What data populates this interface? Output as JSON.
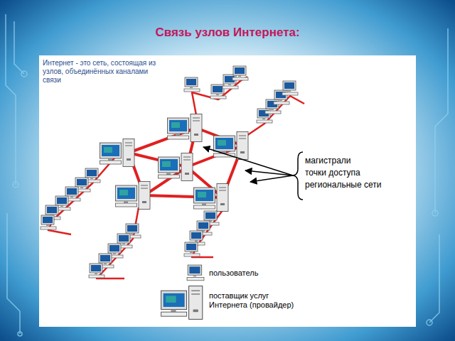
{
  "diagram": {
    "title": "Связь узлов Интернета:",
    "labels": [
      "Интернет - это сеть, состоящая из узлов, объединённых каналами связи",
      "магистрали",
      "точки доступа",
      "региональные сети"
    ],
    "legend": [
      {
        "text": "пользователь"
      },
      {
        "text": "поставщик услуг Интернета (провайдер)"
      }
    ]
  }
}
